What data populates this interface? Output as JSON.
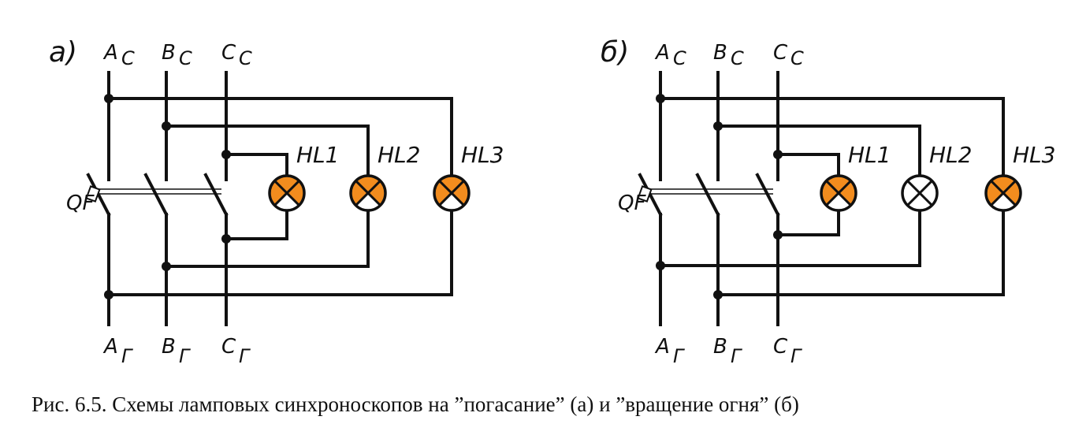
{
  "colors": {
    "lamp_lit": "#F28C1E",
    "lamp_off": "#FFFFFF",
    "wire": "#111111"
  },
  "diagram_a": {
    "label": "а)",
    "bus_top": {
      "A": "A",
      "A_sub": "С",
      "B": "B",
      "B_sub": "С",
      "C": "C",
      "C_sub": "С"
    },
    "bus_bottom": {
      "A": "A",
      "A_sub": "Г",
      "B": "B",
      "B_sub": "Г",
      "C": "C",
      "C_sub": "Г"
    },
    "switch": "QF",
    "lamps": [
      {
        "label": "HL1",
        "lit": true
      },
      {
        "label": "HL2",
        "lit": true
      },
      {
        "label": "HL3",
        "lit": true
      }
    ]
  },
  "diagram_b": {
    "label": "б)",
    "bus_top": {
      "A": "A",
      "A_sub": "С",
      "B": "B",
      "B_sub": "С",
      "C": "C",
      "C_sub": "С"
    },
    "bus_bottom": {
      "A": "A",
      "A_sub": "Г",
      "B": "B",
      "B_sub": "Г",
      "C": "C",
      "C_sub": "Г"
    },
    "switch": "QF",
    "lamps": [
      {
        "label": "HL1",
        "lit": true
      },
      {
        "label": "HL2",
        "lit": false
      },
      {
        "label": "HL3",
        "lit": true
      }
    ]
  },
  "caption": "Рис. 6.5. Схемы ламповых синхроноскопов на ”погасание” (а) и ”вращение огня” (б)"
}
